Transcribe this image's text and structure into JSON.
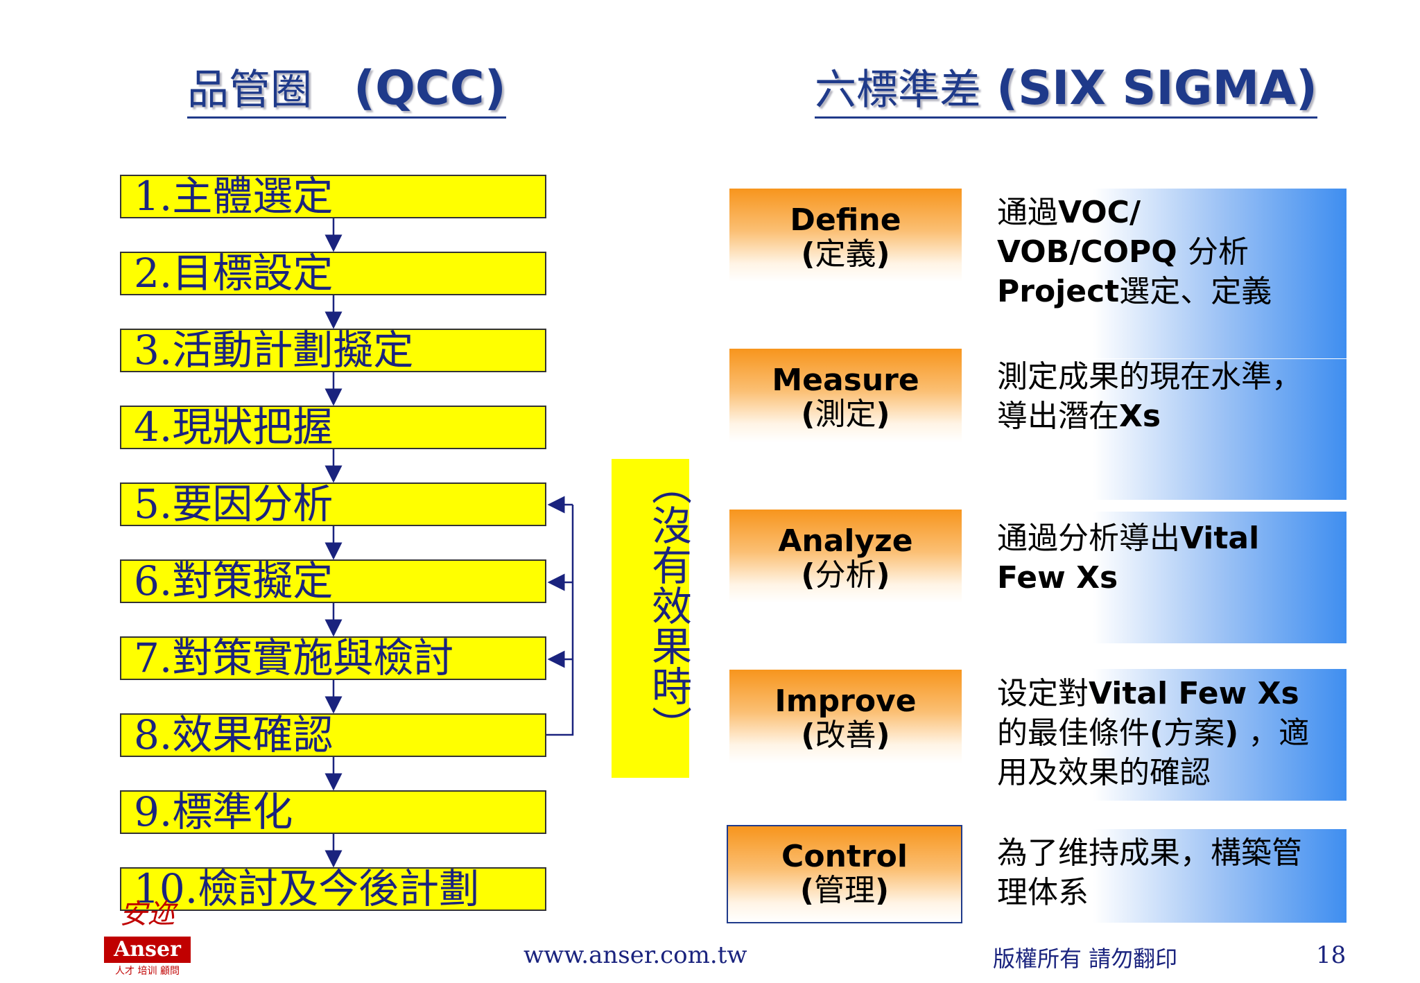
{
  "titles": {
    "qcc_cjk": "品管圈",
    "qcc_latin": "(QCC)",
    "six_cjk": "六標準差",
    "six_latin": "(SIX SIGMA)"
  },
  "qcc_steps": [
    "1.主體選定",
    "2.目標設定",
    "3.活動計劃擬定",
    "4.現狀把握",
    "5.要因分析",
    "6.對策擬定",
    "7.對策實施與檢討",
    "8.效果確認",
    "9.標準化",
    "10.檢討及今後計劃"
  ],
  "no_effect_label": "（沒有效果時）",
  "phases": [
    {
      "name": "Define",
      "sub_open": "(",
      "sub_cjk": "定義",
      "sub_close": ")"
    },
    {
      "name": "Measure",
      "sub_open": "(",
      "sub_cjk": "測定",
      "sub_close": ")"
    },
    {
      "name": "Analyze",
      "sub_open": "(",
      "sub_cjk": "分析",
      "sub_close": ")"
    },
    {
      "name": "Improve",
      "sub_open": "(",
      "sub_cjk": "改善",
      "sub_close": ")"
    },
    {
      "name": "Control",
      "sub_open": "(",
      "sub_cjk": "管理",
      "sub_close": ")"
    }
  ],
  "descriptions": {
    "define": {
      "a": "通過",
      "b": "VOC/\nVOB/COPQ ",
      "c": "分析\n",
      "d": "Project",
      "e": "選定、定義"
    },
    "measure": {
      "a": "測定成果的現在水準，\n導出潛在",
      "b": "Xs"
    },
    "analyze": {
      "a": "通過分析導出",
      "b": "Vital\nFew Xs"
    },
    "improve": {
      "a": "设定對",
      "b": "Vital Few Xs",
      "c": "\n的最佳條件",
      "d": "(",
      "e": "方案",
      "f": ")",
      "g": " ，適\n用及效果的確認"
    },
    "control": {
      "a": "為了维持成果，構築管\n理体系"
    }
  },
  "logo": {
    "top": "安迩",
    "band": "Anser",
    "bottom": "人才 培训 顧問"
  },
  "footer": {
    "url": "www.anser.com.tw",
    "copyright": "版權所有  請勿翻印",
    "page": "18"
  },
  "colors": {
    "title_blue": "#1f3a8a",
    "step_yellow": "#ffff00",
    "phase_orange": "#f7951d",
    "panel_blue": "#3f8ef0",
    "logo_red": "#c00000"
  }
}
